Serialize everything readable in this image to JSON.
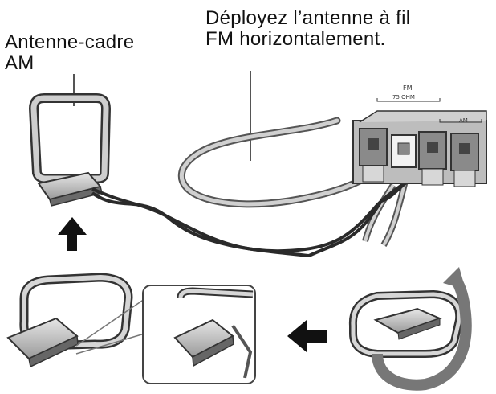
{
  "labels": {
    "am_line1": "Antenne-cadre",
    "am_line2": "AM",
    "fm_line1": "Déployez l’antenne à fil",
    "fm_line2": "FM horizontalement."
  },
  "terminal": {
    "fm": "FM",
    "ohm": "75 OHM",
    "am": "AM"
  }
}
